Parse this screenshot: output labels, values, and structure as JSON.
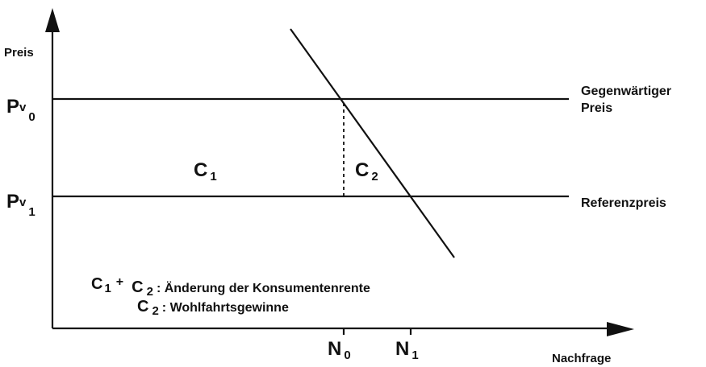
{
  "axes": {
    "y_label": "Preis",
    "x_label": "Nachfrage"
  },
  "price_levels": {
    "pv0": {
      "main": "P",
      "sub1": "v",
      "sub2": "0"
    },
    "pv1": {
      "main": "P",
      "sub1": "v",
      "sub2": "1"
    }
  },
  "quantities": {
    "n0": {
      "main": "N",
      "sub": "0"
    },
    "n1": {
      "main": "N",
      "sub": "1"
    }
  },
  "right_labels": {
    "current_line1": "Gegenwärtiger",
    "current_line2": "Preis",
    "reference": "Referenzpreis"
  },
  "areas": {
    "c1": {
      "main": "C",
      "sub": "1"
    },
    "c2": {
      "main": "C",
      "sub": "2"
    }
  },
  "legend": {
    "line1": {
      "a_main": "C",
      "a_sub": "1",
      "plus": "+",
      "b_main": "C",
      "b_sub": "2",
      "text": ": Änderung der Konsumentenrente"
    },
    "line2": {
      "main": "C",
      "sub": "2",
      "text": ": Wohlfahrtsgewinne"
    }
  }
}
